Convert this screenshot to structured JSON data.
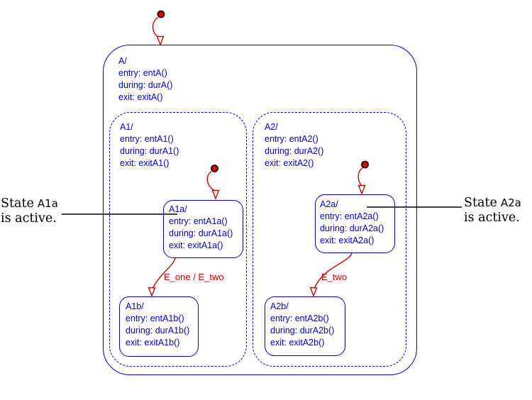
{
  "colors": {
    "state_blue": "#0000CC",
    "transition_red": "#CC0000",
    "default_dot_fill": "#E60000",
    "annotation_black": "#000000",
    "background": "#FFFFFF"
  },
  "states": {
    "A": {
      "title": "A/",
      "entry": "entry: entA()",
      "during": "during: durA()",
      "exit": "exit: exitA()"
    },
    "A1": {
      "title": "A1/",
      "entry": "entry: entA1()",
      "during": "during: durA1()",
      "exit": "exit: exitA1()"
    },
    "A2": {
      "title": "A2/",
      "entry": "entry: entA2()",
      "during": "during: durA2()",
      "exit": "exit: exitA2()"
    },
    "A1a": {
      "title": "A1a/",
      "entry": "entry: entA1a()",
      "during": "during: durA1a()",
      "exit": "exit: exitA1a()"
    },
    "A1b": {
      "title": "A1b/",
      "entry": "entry: entA1b()",
      "during": "during: durA1b()",
      "exit": "exit: exitA1b()"
    },
    "A2a": {
      "title": "A2a/",
      "entry": "entry: entA2a()",
      "during": "during: durA2a()",
      "exit": "exit: exitA2a()"
    },
    "A2b": {
      "title": "A2b/",
      "entry": "entry: entA2b()",
      "during": "during: durA2b()",
      "exit": "exit: exitA2b()"
    }
  },
  "transitions": {
    "a1a_to_a1b": {
      "label": "E_one / E_two"
    },
    "a2a_to_a2b": {
      "label": "E_two"
    }
  },
  "annotations": {
    "left": {
      "prefix": "State",
      "state_name": "A1a",
      "line2": "is active."
    },
    "right": {
      "prefix": "State",
      "state_name": "A2a",
      "line2": "is active."
    }
  }
}
